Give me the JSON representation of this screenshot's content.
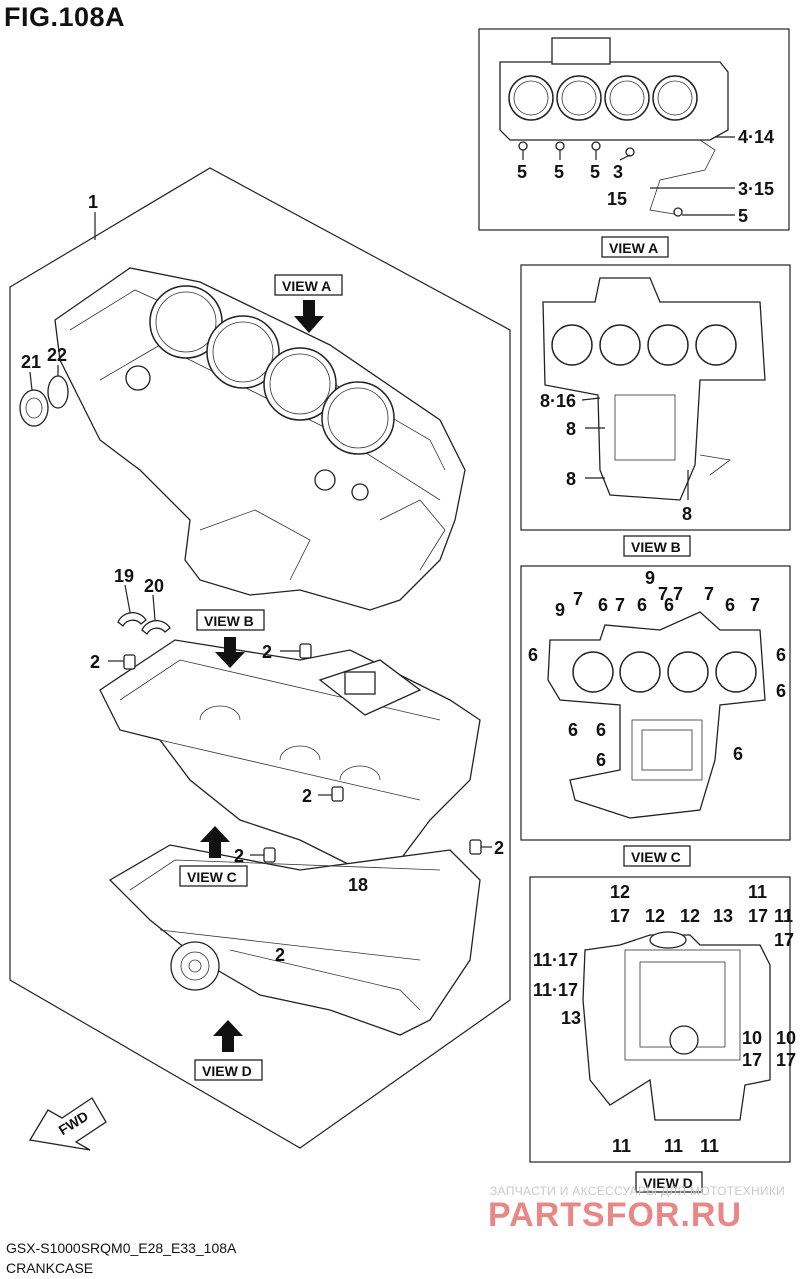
{
  "figure": {
    "title": "FIG.108A",
    "code": "GSX-S1000SRQM0_E28_E33_108A",
    "name": "CRANKCASE"
  },
  "views": {
    "a": "VIEW A",
    "b": "VIEW B",
    "c": "VIEW C",
    "d": "VIEW D"
  },
  "fwd_label": "FWD",
  "main_labels": {
    "p1": "1",
    "p21": "21",
    "p22": "22",
    "p19": "19",
    "p20": "20",
    "p2a": "2",
    "p2b": "2",
    "p2c": "2",
    "p2d": "2",
    "p2e": "2",
    "p2f": "2",
    "p18": "18"
  },
  "view_a_labels": [
    "5",
    "5",
    "5",
    "3",
    "15",
    "4·14",
    "3·15",
    "5"
  ],
  "view_b_labels": [
    "8·16",
    "8",
    "8",
    "8"
  ],
  "view_c_labels": [
    "9",
    "7",
    "9",
    "7",
    "6",
    "7",
    "6",
    "7",
    "7",
    "6",
    "7",
    "6",
    "6",
    "6",
    "6",
    "6",
    "6",
    "6",
    "6"
  ],
  "view_d_labels": [
    "12",
    "17",
    "12",
    "12",
    "13",
    "11",
    "17",
    "11",
    "17",
    "11·17",
    "11·17",
    "13",
    "10",
    "17",
    "10",
    "17",
    "11",
    "11",
    "11"
  ],
  "watermark": {
    "caption": "ЗАПЧАСТИ И АКСЕССУАРЫ ДЛЯ МОТОТЕХНИКИ",
    "logo": "PARTSFOR.RU"
  }
}
